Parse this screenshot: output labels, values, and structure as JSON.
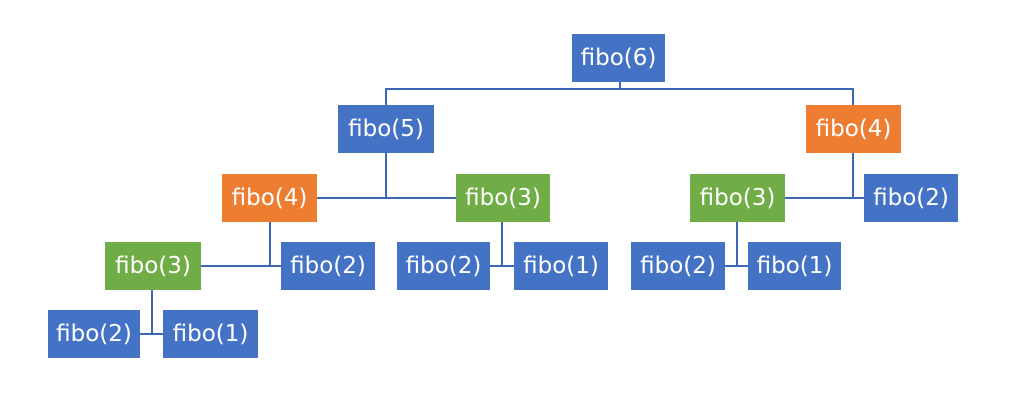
{
  "colors": {
    "blue": "#4472c4",
    "orange": "#ed7d31",
    "green": "#70ad47",
    "connector": "#3d66b5"
  },
  "nodes": [
    {
      "id": "n0",
      "label": "fibo(6)",
      "color": "blue"
    },
    {
      "id": "n1",
      "label": "fibo(5)",
      "color": "blue"
    },
    {
      "id": "n2",
      "label": "fibo(4)",
      "color": "orange"
    },
    {
      "id": "n3",
      "label": "fibo(4)",
      "color": "orange"
    },
    {
      "id": "n4",
      "label": "fibo(3)",
      "color": "green"
    },
    {
      "id": "n5",
      "label": "fibo(3)",
      "color": "green"
    },
    {
      "id": "n6",
      "label": "fibo(2)",
      "color": "blue"
    },
    {
      "id": "n7",
      "label": "fibo(3)",
      "color": "green"
    },
    {
      "id": "n8",
      "label": "fibo(2)",
      "color": "blue"
    },
    {
      "id": "n9",
      "label": "fibo(2)",
      "color": "blue"
    },
    {
      "id": "n10",
      "label": "fibo(1)",
      "color": "blue"
    },
    {
      "id": "n11",
      "label": "fibo(2)",
      "color": "blue"
    },
    {
      "id": "n12",
      "label": "fibo(1)",
      "color": "blue"
    },
    {
      "id": "n13",
      "label": "fibo(2)",
      "color": "blue"
    },
    {
      "id": "n14",
      "label": "fibo(1)",
      "color": "blue"
    }
  ]
}
